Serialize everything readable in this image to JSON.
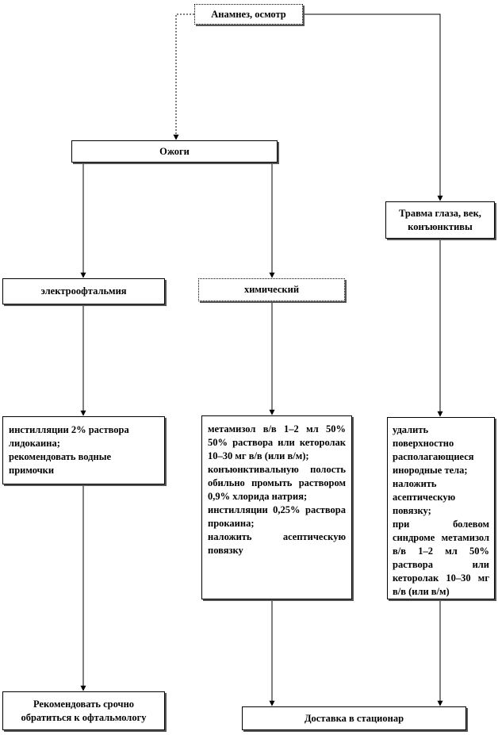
{
  "nodes": {
    "anamnesis": "Анамнез, осмотр",
    "burns": "Ожоги",
    "trauma": "Травма глаза, век, конъюнктивы",
    "electro": "электроофтальмия",
    "chemical": "химический",
    "electro_treatment": [
      "инстилляции 2% раствора лидокаина;",
      "рекомендовать водные примочки"
    ],
    "chemical_treatment": [
      "метамизол в/в 1–2 мл 50% 50% раствора или кеторолак 10–30 мг в/в (или в/м);",
      "конъюнктивальную полость обильно промыть раствором 0,9% хлорида натрия;",
      "инстилляции 0,25% раствора прокаина;",
      "наложить асептическую повязку"
    ],
    "trauma_treatment": [
      "удалить поверхностно располагающиеся инородные тела;",
      "наложить асептическую повязку;",
      "при болевом синдроме метамизол в/в 1–2 мл 50% раствора или кеторолак 10–30 мг в/в (или в/м)"
    ],
    "refer": "Рекомендовать срочно обратиться к офтальмологу",
    "hospital": "Доставка в стационар"
  }
}
